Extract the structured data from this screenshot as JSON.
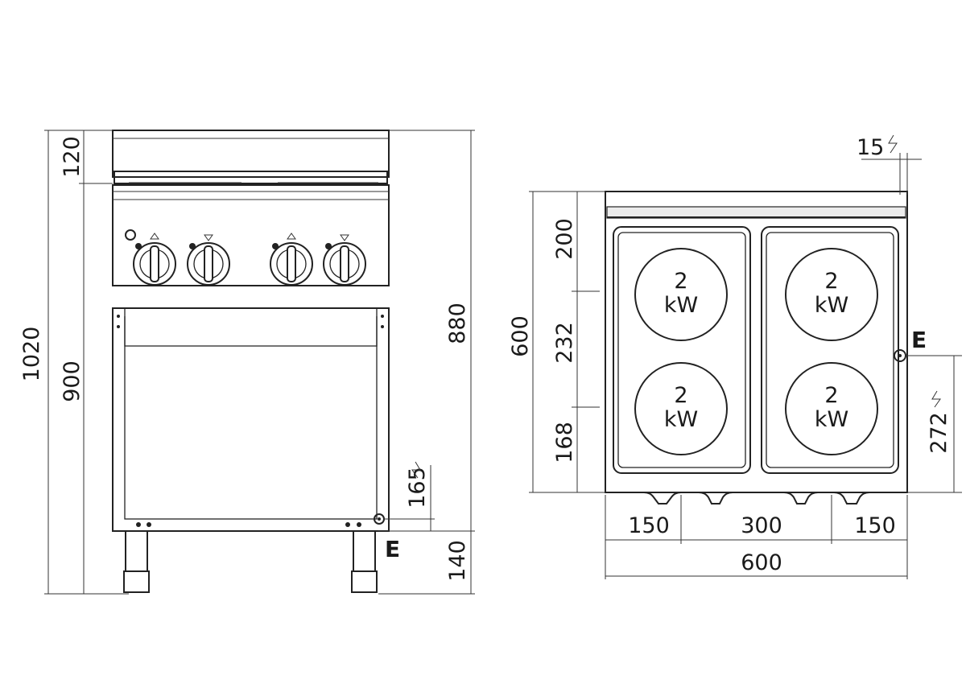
{
  "front_view": {
    "dimensions": {
      "total_height": "1020",
      "cabinet_height": "900",
      "backsplash_height": "120",
      "worktop_height": "880",
      "connection_height": "165",
      "leg_height": "140"
    },
    "connection_label": "E"
  },
  "top_view": {
    "dimensions": {
      "connection_offset": "15",
      "depth": "600",
      "zone_front": "200",
      "zone_middle": "232",
      "zone_back": "168",
      "connection_depth": "272",
      "width_left": "150",
      "width_middle": "300",
      "width_right": "150",
      "total_width": "600"
    },
    "connection_label": "E",
    "hotplates": [
      {
        "power": "2",
        "unit": "kW"
      },
      {
        "power": "2",
        "unit": "kW"
      },
      {
        "power": "2",
        "unit": "kW"
      },
      {
        "power": "2",
        "unit": "kW"
      }
    ]
  },
  "icons": {
    "electric": "lightning-bolt-icon",
    "connection": "connection-point-icon"
  }
}
